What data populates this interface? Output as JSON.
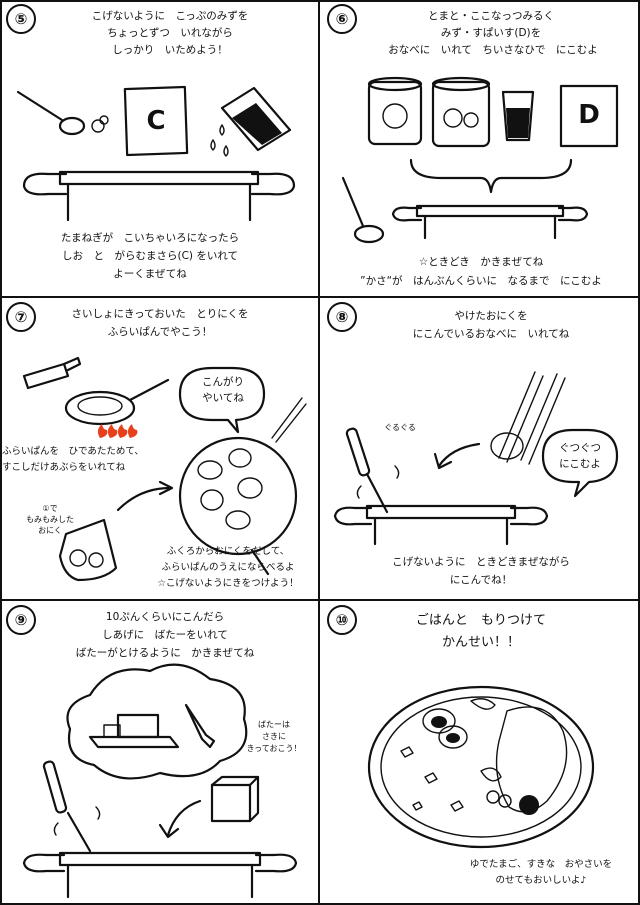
{
  "panels": {
    "p5": {
      "number": "⑤",
      "title": [
        "こげないように　こっぷのみずを",
        "ちょっとずつ　いれながら",
        "しっかり　いためよう！"
      ],
      "card_label": "C",
      "bottom": [
        "たまねぎが　こいちゃいろになったら",
        "しお　と　がらむまさら(C) をいれて",
        "よーくまぜてね"
      ]
    },
    "p6": {
      "number": "⑥",
      "title": [
        "とまと・ここなっつみるく",
        "みず・すぱいす(D)を",
        "おなべに　いれて　ちいさなひで　にこむよ"
      ],
      "card_label": "D",
      "bottom": [
        "☆ときどき　かきまぜてね",
        "”かさ“が　はんぶんくらいに　なるまで　にこむよ"
      ]
    },
    "p7": {
      "number": "⑦",
      "title": [
        "さいしょにきっておいた　とりにくを",
        "ふらいぱんでやこう！"
      ],
      "bubble": [
        "こんがり",
        "やいてね"
      ],
      "left_note": [
        "ふらいぱんを　ひであたためて、",
        "すこしだけあぶらをいれてね"
      ],
      "bag_note": [
        "①で",
        "もみもみした",
        "おにく"
      ],
      "bottom": [
        "ふくろからおにくをだして、",
        "ふらいぱんのうえにならべるよ",
        "☆こげないようにきをつけよう！"
      ]
    },
    "p8": {
      "number": "⑧",
      "title": [
        "やけたおにくを",
        "にこんでいるおなべに　いれてね"
      ],
      "stir_label": "ぐるぐる",
      "bubble": [
        "ぐつぐつ",
        "にこむよ"
      ],
      "bottom": [
        "こげないように　ときどきまぜながら",
        "にこんでね！"
      ]
    },
    "p9": {
      "number": "⑨",
      "title": [
        "10ぷんくらいにこんだら",
        "しあげに　ばたーをいれて",
        "ばたーがとけるように　かきまぜてね"
      ],
      "side_note": [
        "ばたーは",
        "さきに",
        "きっておこう！"
      ]
    },
    "p10": {
      "number": "⑩",
      "title": [
        "ごはんと　もりつけて",
        "かんせい！！"
      ],
      "bottom": [
        "ゆでたまご、すきな　おやさいを",
        "のせてもおいしいよ♪"
      ]
    }
  }
}
